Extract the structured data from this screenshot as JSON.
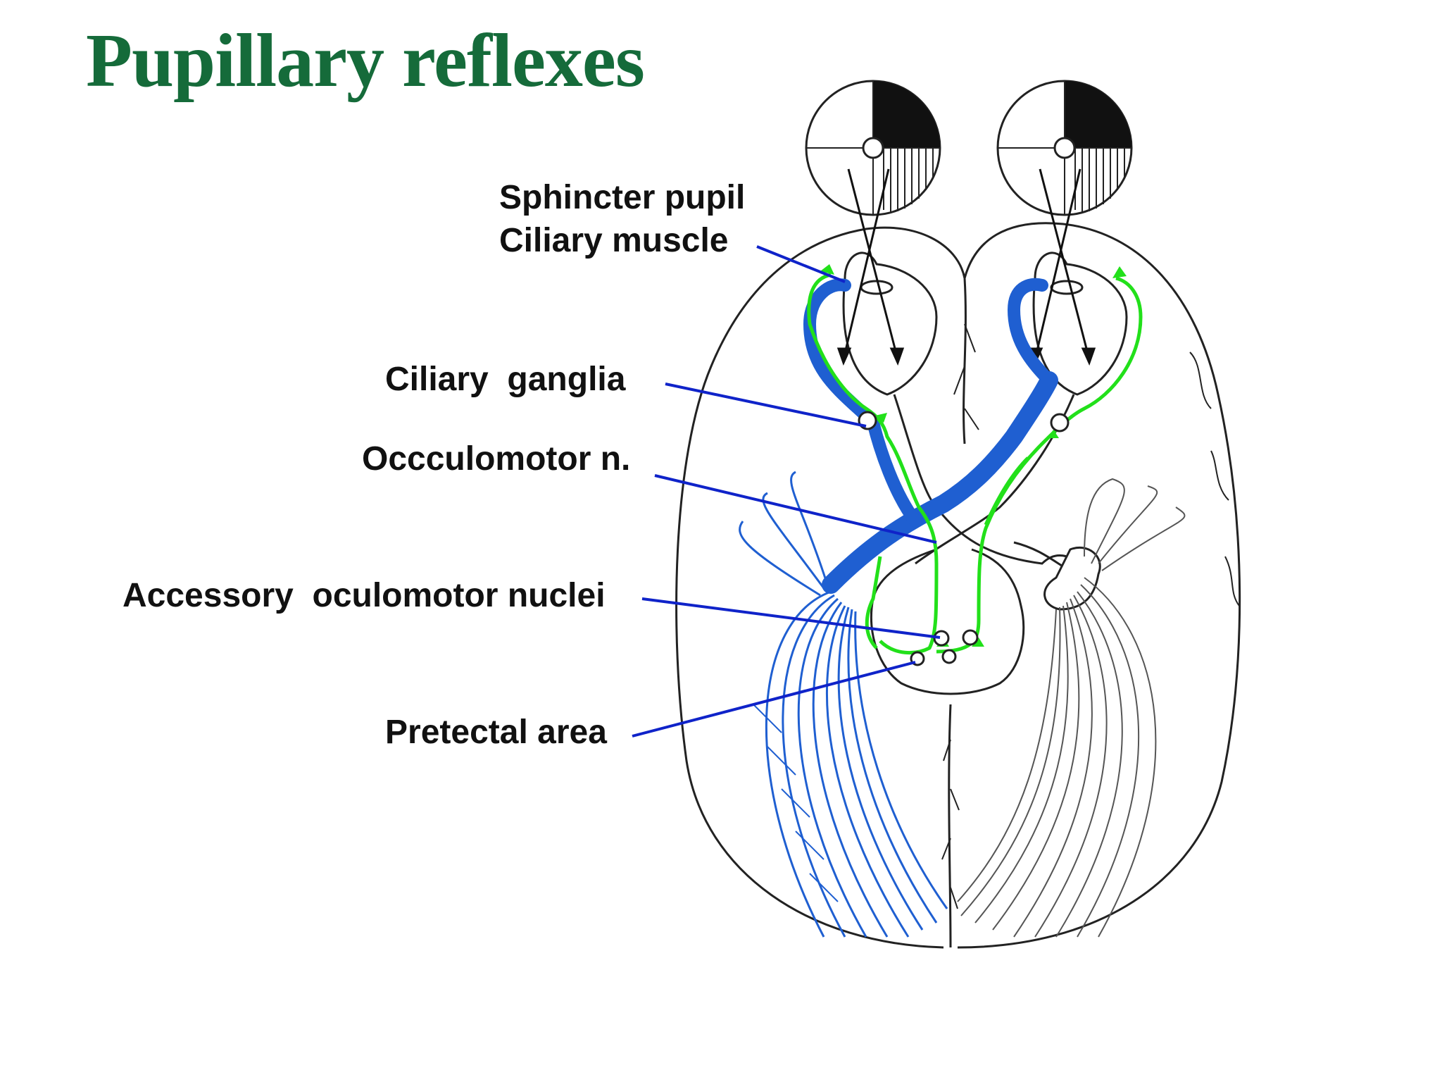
{
  "title": "Pupillary reflexes",
  "labels": {
    "sphincter": "Sphincter pupil",
    "ciliary_muscle": "Ciliary muscle",
    "ciliary_ganglia": "Ciliary  ganglia",
    "oculomotor": "Occculomotor n.",
    "accessory": "Accessory  oculomotor nuclei",
    "pretectal": "Pretectal area"
  },
  "colors": {
    "title": "#156b3a",
    "efferent_pathway": "#1f5fd1",
    "afferent_pathway": "#22e01a",
    "leader_lines": "#0f23c9",
    "outline": "#222222"
  }
}
